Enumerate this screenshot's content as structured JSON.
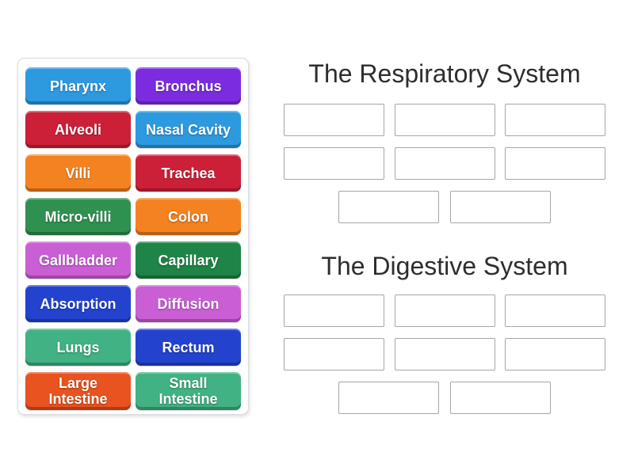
{
  "page": {
    "background": "#ffffff"
  },
  "word_bank": {
    "tiles": [
      {
        "label": "Pharynx",
        "color": "#2d9ae0"
      },
      {
        "label": "Bronchus",
        "color": "#7b2ce0"
      },
      {
        "label": "Alveoli",
        "color": "#cc2038"
      },
      {
        "label": "Nasal Cavity",
        "color": "#2d9ae0"
      },
      {
        "label": "Villi",
        "color": "#f58220"
      },
      {
        "label": "Trachea",
        "color": "#cc2038"
      },
      {
        "label": "Micro-villi",
        "color": "#2f9150"
      },
      {
        "label": "Colon",
        "color": "#f58220"
      },
      {
        "label": "Gallbladder",
        "color": "#ca5fd5"
      },
      {
        "label": "Capillary",
        "color": "#1f8447"
      },
      {
        "label": "Absorption",
        "color": "#2343cf"
      },
      {
        "label": "Diffusion",
        "color": "#ca5fd5"
      },
      {
        "label": "Lungs",
        "color": "#41b283"
      },
      {
        "label": "Rectum",
        "color": "#2343cf"
      },
      {
        "label": "Large Intestine",
        "color": "#e85320"
      },
      {
        "label": "Small Intestine",
        "color": "#41b283"
      }
    ]
  },
  "groups": [
    {
      "id": "resp",
      "title": "The Respiratory System",
      "slot_rows": [
        3,
        3,
        2
      ]
    },
    {
      "id": "dig",
      "title": "The Digestive System",
      "slot_rows": [
        3,
        3,
        2
      ]
    }
  ],
  "colors": {
    "heading_text": "#2d2d2d",
    "slot_border": "#a6a6a6",
    "card_border": "#d9dde1"
  }
}
